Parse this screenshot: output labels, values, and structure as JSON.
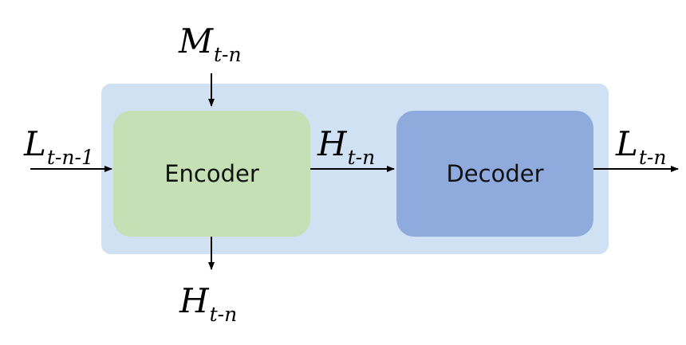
{
  "colors": {
    "container": "#d0e1f3",
    "encoder": "#c5e0b4",
    "decoder": "#8faadc",
    "arrow": "#000000"
  },
  "blocks": {
    "encoder": "Encoder",
    "decoder": "Decoder"
  },
  "labels": {
    "input_top": {
      "base": "M",
      "sub": "t-n"
    },
    "input_left": {
      "base": "L",
      "sub": "t-n-1"
    },
    "hidden_middle": {
      "base": "H",
      "sub": "t-n"
    },
    "output_right": {
      "base": "L",
      "sub": "t-n"
    },
    "output_bottom": {
      "base": "H",
      "sub": "t-n"
    }
  }
}
